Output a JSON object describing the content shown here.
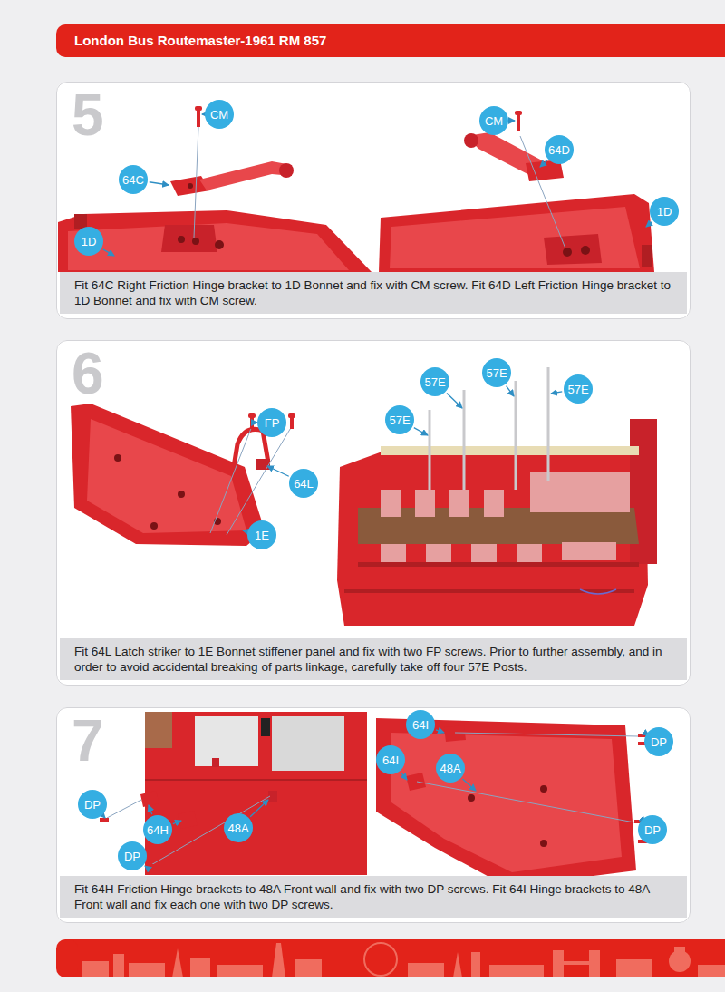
{
  "diagram": {
    "title": "London Bus Routemaster-1961 RM 857",
    "nodes": [
      {
        "text": [
          "5",
          "Fit 64C Right Friction Hinge bracket to 1D Bonnet and fix with CM screw. Fit 64D Left Friction Hinge bracket to 1D Bonnet and fix with CM screw."
        ]
      },
      {
        "text": [
          "CM"
        ],
        "in": 0
      },
      {
        "text": [
          "64C"
        ],
        "in": 0
      },
      {
        "text": [
          "1D"
        ],
        "in": 0
      },
      {
        "text": [
          "CM"
        ],
        "in": 0
      },
      {
        "text": [
          "64D"
        ],
        "in": 0
      },
      {
        "text": [
          "1D"
        ],
        "in": 0
      },
      {
        "text": [
          "6",
          "Fit 64L Latch striker to 1E Bonnet stiffener panel and fix with two FP screws. Prior to further assembly, and in order to avoid accidental breaking of parts linkage, carefully take off four 57E Posts."
        ]
      },
      {
        "text": [
          "FP"
        ],
        "in": 7
      },
      {
        "text": [
          "64L"
        ],
        "in": 7
      },
      {
        "text": [
          "1E"
        ],
        "in": 7
      },
      {
        "text": [
          "57E"
        ],
        "in": 7
      },
      {
        "text": [
          "57E"
        ],
        "in": 7
      },
      {
        "text": [
          "57E"
        ],
        "in": 7
      },
      {
        "text": [
          "57E"
        ],
        "in": 7
      },
      {
        "text": [
          "7",
          "Fit 64H Friction Hinge brackets to 48A Front wall and fix with two DP screws. Fit 64I Hinge brackets to 48A Front wall and fix each one with two DP screws."
        ]
      },
      {
        "text": [
          "DP"
        ],
        "in": 15
      },
      {
        "text": [
          "64H"
        ],
        "in": 15
      },
      {
        "text": [
          "DP"
        ],
        "in": 15
      },
      {
        "text": [
          "48A"
        ],
        "in": 15
      },
      {
        "text": [
          "64I"
        ],
        "in": 15
      },
      {
        "text": [
          "48A"
        ],
        "in": 15
      },
      {
        "text": [
          "64I"
        ],
        "in": 15
      },
      {
        "text": [
          "DP"
        ],
        "in": 15
      },
      {
        "text": [
          "DP"
        ],
        "in": 15
      }
    ]
  }
}
